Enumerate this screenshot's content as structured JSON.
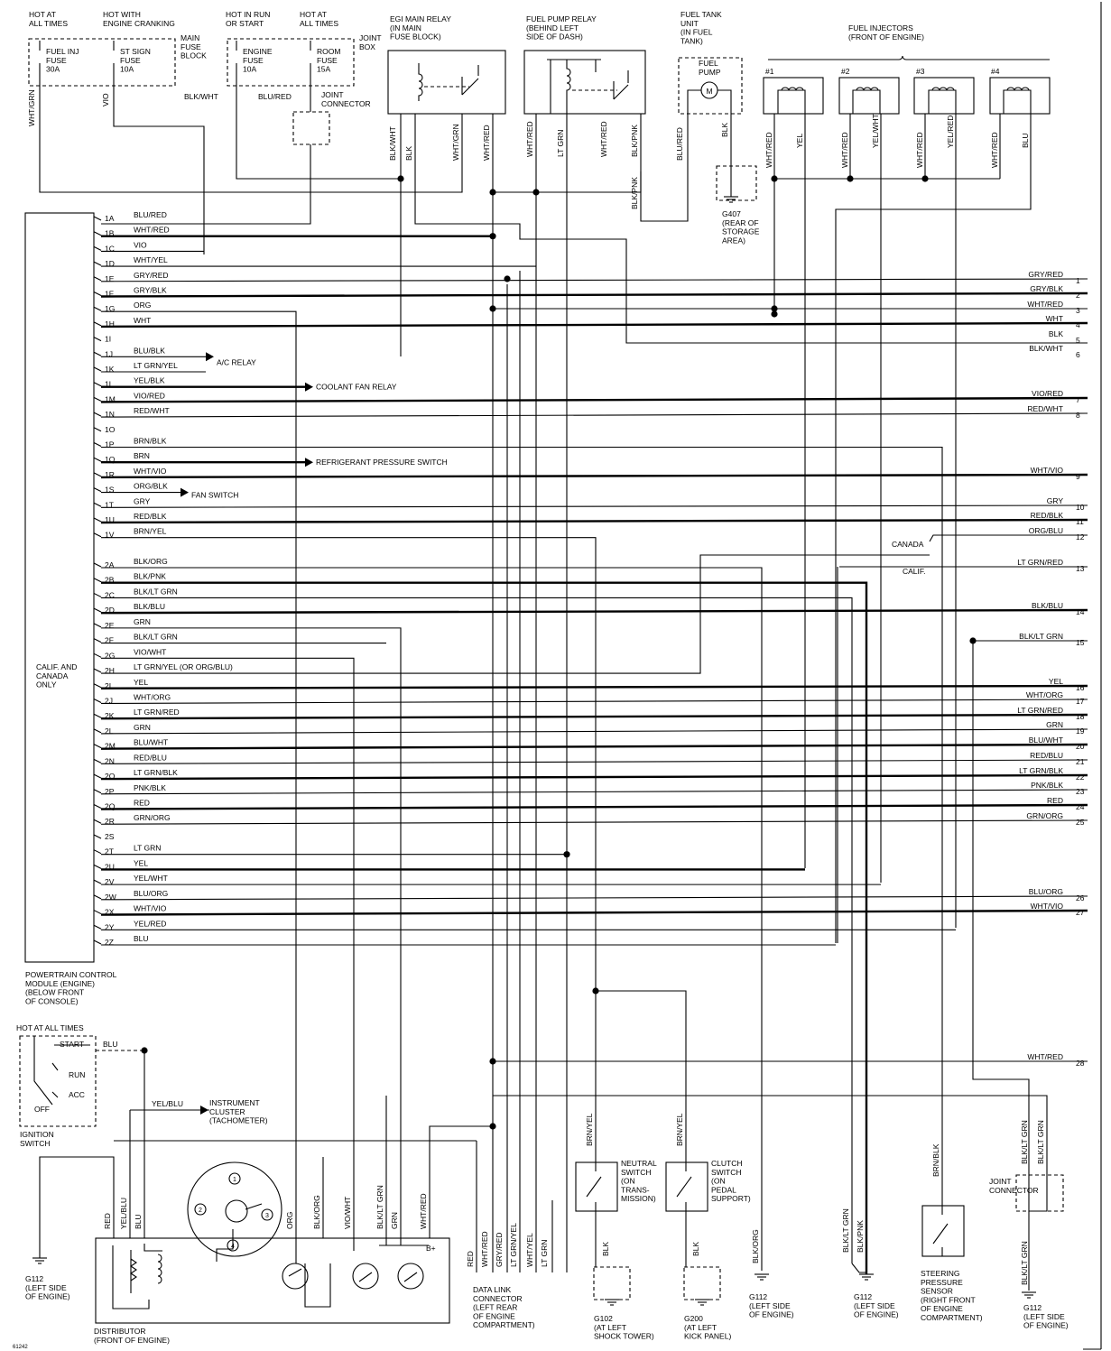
{
  "figure_id": "61242",
  "fuses": [
    {
      "hot": "HOT AT\nALL TIMES",
      "label": "FUEL INJ\nFUSE\n30A",
      "wire": "WHT/GRN"
    },
    {
      "hot": "HOT WITH\nENGINE CRANKING",
      "label": "ST SIGN\nFUSE\n10A",
      "wire": "VIO"
    },
    {
      "hot": "HOT IN RUN\nOR START",
      "label": "ENGINE\nFUSE\n10A",
      "wire": "BLU/RED"
    },
    {
      "hot": "HOT AT\nALL TIMES",
      "label": "ROOM\nFUSE\n15A",
      "wire": "BLK/WHT"
    }
  ],
  "main_fuse_block_label": "MAIN\nFUSE\nBLOCK",
  "joint_box_label": "JOINT\nBOX",
  "joint_connector_label": "JOINT\nCONNECTOR",
  "egi_relay_label": "EGI MAIN RELAY\n(IN MAIN\nFUSE BLOCK)",
  "egi_relay_wires": [
    "BLK/WHT",
    "BLK",
    "WHT/GRN",
    "WHT/RED"
  ],
  "fuel_pump_relay_label": "FUEL PUMP RELAY\n(BEHIND LEFT\nSIDE OF DASH)",
  "fuel_pump_relay_wires": [
    "WHT/RED",
    "LT GRN",
    "WHT/RED",
    "BLK/PNK"
  ],
  "fuel_tank_unit_label": "FUEL TANK\nUNIT\n(IN FUEL\nTANK)",
  "fuel_pump_label": "FUEL\nPUMP",
  "motor_symbol": "M",
  "fuel_tank_wires": [
    "BLU/RED",
    "BLK"
  ],
  "blk_pnk_label": "BLK/PNK",
  "g407_label": "G407\n(REAR OF\nSTORAGE\nAREA)",
  "injectors_label": "FUEL INJECTORS\n(FRONT OF ENGINE)",
  "injectors": [
    {
      "num": "#1",
      "wires": [
        "WHT/RED",
        "YEL"
      ]
    },
    {
      "num": "#2",
      "wires": [
        "WHT/RED",
        "YEL/WHT"
      ]
    },
    {
      "num": "#3",
      "wires": [
        "WHT/RED",
        "YEL/RED"
      ]
    },
    {
      "num": "#4",
      "wires": [
        "WHT/RED",
        "BLU"
      ]
    }
  ],
  "pcm_label": "POWERTRAIN CONTROL\nMODULE (ENGINE)\n(BELOW FRONT\nOF CONSOLE)",
  "calif_canada_label": "CALIF. AND\nCANADA\nONLY",
  "pins_a": [
    {
      "pin": "1A",
      "wire": "BLU/RED"
    },
    {
      "pin": "1B",
      "wire": "WHT/RED"
    },
    {
      "pin": "1C",
      "wire": "VIO"
    },
    {
      "pin": "1D",
      "wire": "WHT/YEL"
    },
    {
      "pin": "1E",
      "wire": "GRY/RED"
    },
    {
      "pin": "1F",
      "wire": "GRY/BLK"
    },
    {
      "pin": "1G",
      "wire": "ORG"
    },
    {
      "pin": "1H",
      "wire": "WHT"
    },
    {
      "pin": "1I",
      "wire": ""
    },
    {
      "pin": "1J",
      "wire": "BLU/BLK"
    },
    {
      "pin": "1K",
      "wire": "LT GRN/YEL"
    },
    {
      "pin": "1L",
      "wire": "YEL/BLK"
    },
    {
      "pin": "1M",
      "wire": "VIO/RED"
    },
    {
      "pin": "1N",
      "wire": "RED/WHT"
    },
    {
      "pin": "1O",
      "wire": ""
    },
    {
      "pin": "1P",
      "wire": "BRN/BLK"
    },
    {
      "pin": "1Q",
      "wire": "BRN"
    },
    {
      "pin": "1R",
      "wire": "WHT/VIO"
    },
    {
      "pin": "1S",
      "wire": "ORG/BLK"
    },
    {
      "pin": "1T",
      "wire": "GRY"
    },
    {
      "pin": "1U",
      "wire": "RED/BLK"
    },
    {
      "pin": "1V",
      "wire": "BRN/YEL"
    }
  ],
  "pins_b": [
    {
      "pin": "2A",
      "wire": "BLK/ORG"
    },
    {
      "pin": "2B",
      "wire": "BLK/PNK"
    },
    {
      "pin": "2C",
      "wire": "BLK/LT GRN"
    },
    {
      "pin": "2D",
      "wire": "BLK/BLU"
    },
    {
      "pin": "2E",
      "wire": "GRN"
    },
    {
      "pin": "2F",
      "wire": "BLK/LT GRN"
    },
    {
      "pin": "2G",
      "wire": "VIO/WHT"
    },
    {
      "pin": "2H",
      "wire": "LT GRN/YEL (OR ORG/BLU)"
    },
    {
      "pin": "2I",
      "wire": "YEL"
    },
    {
      "pin": "2J",
      "wire": "WHT/ORG"
    },
    {
      "pin": "2K",
      "wire": "LT GRN/RED"
    },
    {
      "pin": "2L",
      "wire": "GRN"
    },
    {
      "pin": "2M",
      "wire": "BLU/WHT"
    },
    {
      "pin": "2N",
      "wire": "RED/BLU"
    },
    {
      "pin": "2O",
      "wire": "LT GRN/BLK"
    },
    {
      "pin": "2P",
      "wire": "PNK/BLK"
    },
    {
      "pin": "2Q",
      "wire": "RED"
    },
    {
      "pin": "2R",
      "wire": "GRN/ORG"
    },
    {
      "pin": "2S",
      "wire": ""
    },
    {
      "pin": "2T",
      "wire": "LT GRN"
    },
    {
      "pin": "2U",
      "wire": "YEL"
    },
    {
      "pin": "2V",
      "wire": "YEL/WHT"
    },
    {
      "pin": "2W",
      "wire": "BLU/ORG"
    },
    {
      "pin": "2X",
      "wire": "WHT/VIO"
    },
    {
      "pin": "2Y",
      "wire": "YEL/RED"
    },
    {
      "pin": "2Z",
      "wire": "BLU"
    }
  ],
  "outputs": {
    "ac_relay": "A/C RELAY",
    "coolant_fan_relay": "COOLANT FAN RELAY",
    "refrigerant_switch": "REFRIGERANT PRESSURE SWITCH",
    "fan_switch": "FAN SWITCH"
  },
  "right_wires": [
    {
      "num": "1",
      "wire": "GRY/RED"
    },
    {
      "num": "2",
      "wire": "GRY/BLK"
    },
    {
      "num": "3",
      "wire": "WHT/RED"
    },
    {
      "num": "4",
      "wire": "WHT"
    },
    {
      "num": "5",
      "wire": "BLK"
    },
    {
      "num": "6",
      "wire": "BLK/WHT"
    },
    {
      "num": "7",
      "wire": "VIO/RED"
    },
    {
      "num": "8",
      "wire": "RED/WHT"
    },
    {
      "num": "9",
      "wire": "WHT/VIO"
    },
    {
      "num": "10",
      "wire": "GRY"
    },
    {
      "num": "11",
      "wire": "RED/BLK"
    },
    {
      "num": "12",
      "wire": "ORG/BLU"
    },
    {
      "num": "13",
      "wire": "LT GRN/RED"
    },
    {
      "num": "14",
      "wire": "BLK/BLU"
    },
    {
      "num": "15",
      "wire": "BLK/LT GRN"
    },
    {
      "num": "16",
      "wire": "YEL"
    },
    {
      "num": "17",
      "wire": "WHT/ORG"
    },
    {
      "num": "18",
      "wire": "LT GRN/RED"
    },
    {
      "num": "19",
      "wire": "GRN"
    },
    {
      "num": "20",
      "wire": "BLU/WHT"
    },
    {
      "num": "21",
      "wire": "RED/BLU"
    },
    {
      "num": "22",
      "wire": "LT GRN/BLK"
    },
    {
      "num": "23",
      "wire": "PNK/BLK"
    },
    {
      "num": "24",
      "wire": "RED"
    },
    {
      "num": "25",
      "wire": "GRN/ORG"
    },
    {
      "num": "26",
      "wire": "BLU/ORG"
    },
    {
      "num": "27",
      "wire": "WHT/VIO"
    },
    {
      "num": "28",
      "wire": "WHT/RED"
    }
  ],
  "canada_label": "CANADA",
  "calif_label": "CALIF.",
  "ignition": {
    "hot": "HOT AT ALL TIMES",
    "start": "START",
    "run": "RUN",
    "acc": "ACC",
    "off": "OFF",
    "wire": "BLU",
    "label": "IGNITION\nSWITCH"
  },
  "tach_wire": "YEL/BLU",
  "instrument_cluster_label": "INSTRUMENT\nCLUSTER\n(TACHOMETER)",
  "distributor_wires": [
    "RED",
    "YEL/BLU",
    "BLU",
    "ORG",
    "BLK/ORG",
    "VIO/WHT",
    "BLK/LT GRN",
    "GRN",
    "WHT/RED"
  ],
  "distributor_bplus": "B+",
  "distributor_pins": [
    "1",
    "2",
    "3",
    "4"
  ],
  "distributor_label": "DISTRIBUTOR\n(FRONT OF ENGINE)",
  "g112_label": "G112\n(LEFT SIDE\nOF ENGINE)",
  "data_link_wires": [
    "RED",
    "WHT/RED",
    "GRY/RED",
    "LT GRN/YEL",
    "WHT/YEL",
    "LT GRN"
  ],
  "data_link_label": "DATA LINK\nCONNECTOR\n(LEFT REAR\nOF ENGINE\nCOMPARTMENT)",
  "neutral_switch": {
    "wire_top": "BRN/YEL",
    "label": "NEUTRAL\nSWITCH\n(ON\nTRANS-\nMISSION)",
    "wire_bottom": "BLK",
    "ground": "G102\n(AT LEFT\nSHOCK TOWER)"
  },
  "clutch_switch": {
    "wire_top": "BRN/YEL",
    "label": "CLUTCH\nSWITCH\n(ON\nPEDAL\nSUPPORT)",
    "wire_bottom": "BLK",
    "ground": "G200\n(AT LEFT\nKICK PANEL)"
  },
  "blk_org_ground_wire": "BLK/ORG",
  "g112_center_wires": [
    "BLK/LT GRN",
    "BLK/PNK"
  ],
  "steering_sensor": {
    "wire": "BRN/BLK",
    "label": "STEERING\nPRESSURE\nSENSOR\n(RIGHT FRONT\nOF ENGINE\nCOMPARTMENT)"
  },
  "right_joint_connector": {
    "label": "JOINT\nCONNECTOR",
    "wires_top": [
      "BLK/LT GRN",
      "BLK/LT GRN"
    ],
    "wire_bottom": "BLK/LT GRN"
  }
}
